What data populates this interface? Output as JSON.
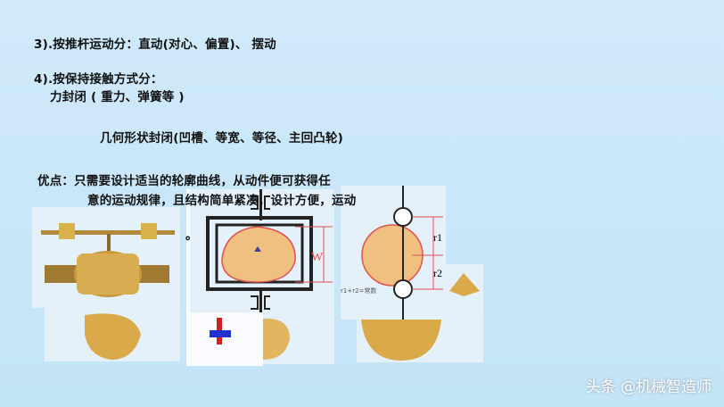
{
  "slide": {
    "line1": "3).按推杆运动分：直动(对心、偏置)、 摆动",
    "line2": "4).按保持接触方式分：",
    "line3": "力封闭 ( 重力、弹簧等 )",
    "line4": "几何形状封闭(凹槽、等宽、等径、主回凸轮)",
    "line5": "优点：只需要设计适当的轮廓曲线，从动件便可获得任",
    "line6": "意的运动规律，且结构简单紧凑，设计方便，运动",
    "line7": "。"
  },
  "figures": {
    "width_label": "W",
    "r1_label": "r1",
    "r2_label": "r2",
    "equation": "r1+r2=常数"
  },
  "watermark": "头条 @机械智造师",
  "colors": {
    "cam": "#f0c080",
    "outline": "#e05050",
    "frame": "#222222",
    "gold": "#c8962a"
  }
}
